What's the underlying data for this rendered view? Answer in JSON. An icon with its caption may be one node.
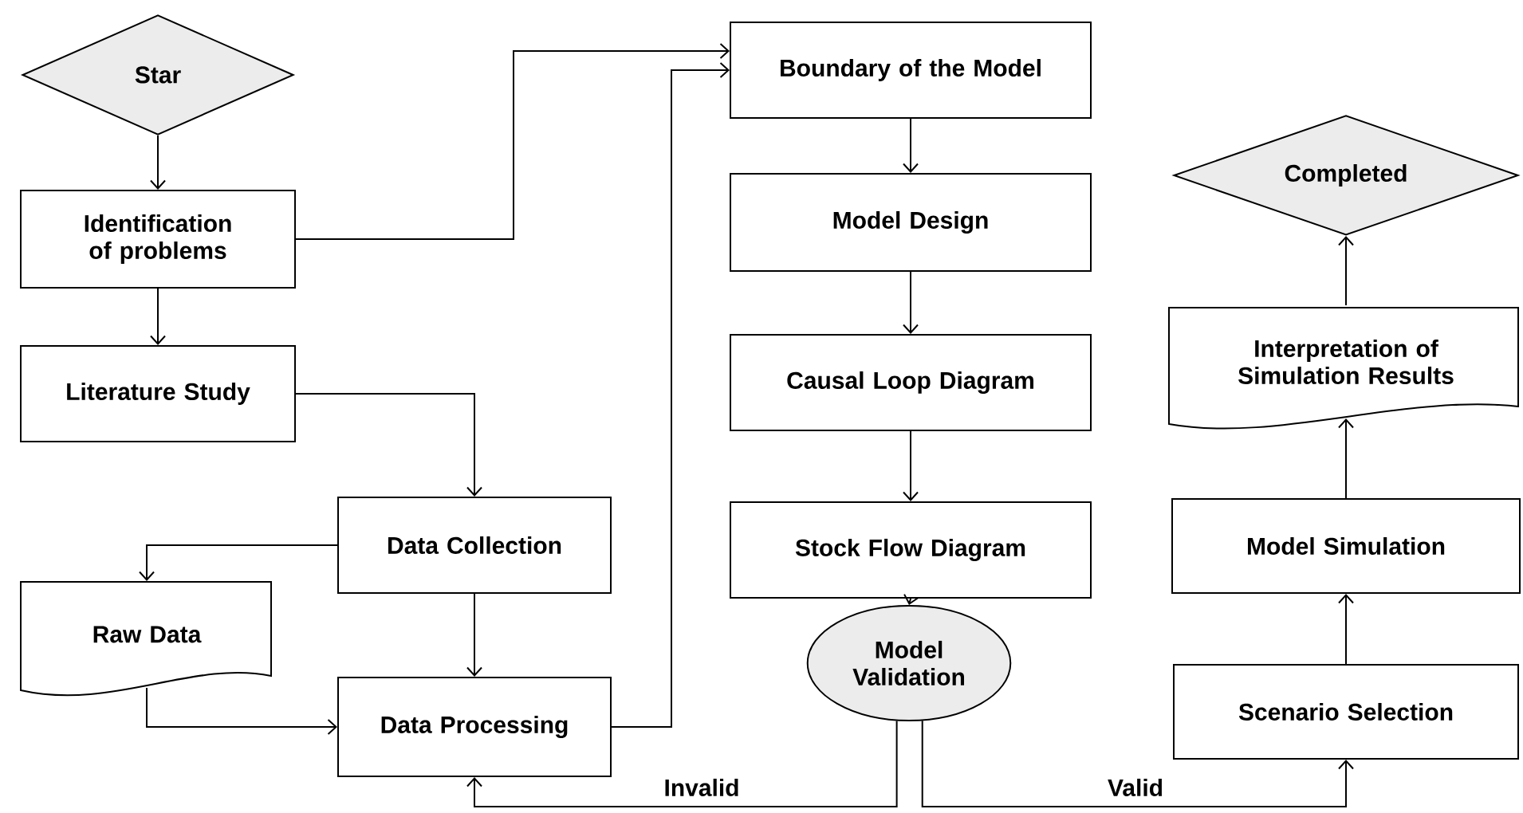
{
  "diagram": {
    "nodes": [
      {
        "text": [
          "Star"
        ]
      },
      {
        "text": [
          "Identification of problems"
        ]
      },
      {
        "text": [
          "Literature Study"
        ]
      },
      {
        "text": [
          "Data Collection"
        ]
      },
      {
        "text": [
          "Raw Data"
        ]
      },
      {
        "text": [
          "Data Processing"
        ]
      },
      {
        "text": [
          "Boundary of the Model"
        ]
      },
      {
        "text": [
          "Model Design"
        ]
      },
      {
        "text": [
          "Causal Loop Diagram"
        ]
      },
      {
        "text": [
          "Stock Flow Diagram"
        ]
      },
      {
        "text": [
          "Model Validation"
        ]
      },
      {
        "text": [
          "Scenario Selection"
        ]
      },
      {
        "text": [
          "Model Simulation"
        ]
      },
      {
        "text": [
          "Interpretation of Simulation Results"
        ]
      },
      {
        "text": [
          "Completed"
        ]
      }
    ],
    "edges": [
      {
        "from": 0,
        "to": 1,
        "arrow": "to"
      },
      {
        "from": 1,
        "to": 2,
        "arrow": "to"
      },
      {
        "from": 1,
        "to": 6,
        "arrow": "to"
      },
      {
        "from": 2,
        "to": 3,
        "arrow": "to"
      },
      {
        "from": 3,
        "to": 4,
        "arrow": "to"
      },
      {
        "from": 3,
        "to": 5,
        "arrow": "to"
      },
      {
        "from": 4,
        "to": 5,
        "arrow": "to"
      },
      {
        "from": 5,
        "to": 6,
        "arrow": "to"
      },
      {
        "from": 6,
        "to": 7,
        "arrow": "to"
      },
      {
        "from": 7,
        "to": 8,
        "arrow": "to"
      },
      {
        "from": 8,
        "to": 9,
        "arrow": "to"
      },
      {
        "from": 9,
        "to": 10,
        "arrow": "to"
      },
      {
        "from": 10,
        "to": 5,
        "arrow": "to",
        "label": "Invalid"
      },
      {
        "from": 10,
        "to": 11,
        "arrow": "to",
        "label": "Valid"
      },
      {
        "from": 11,
        "to": 12,
        "arrow": "to"
      },
      {
        "from": 12,
        "to": 13,
        "arrow": "to"
      },
      {
        "from": 13,
        "to": 14,
        "arrow": "to"
      }
    ]
  }
}
